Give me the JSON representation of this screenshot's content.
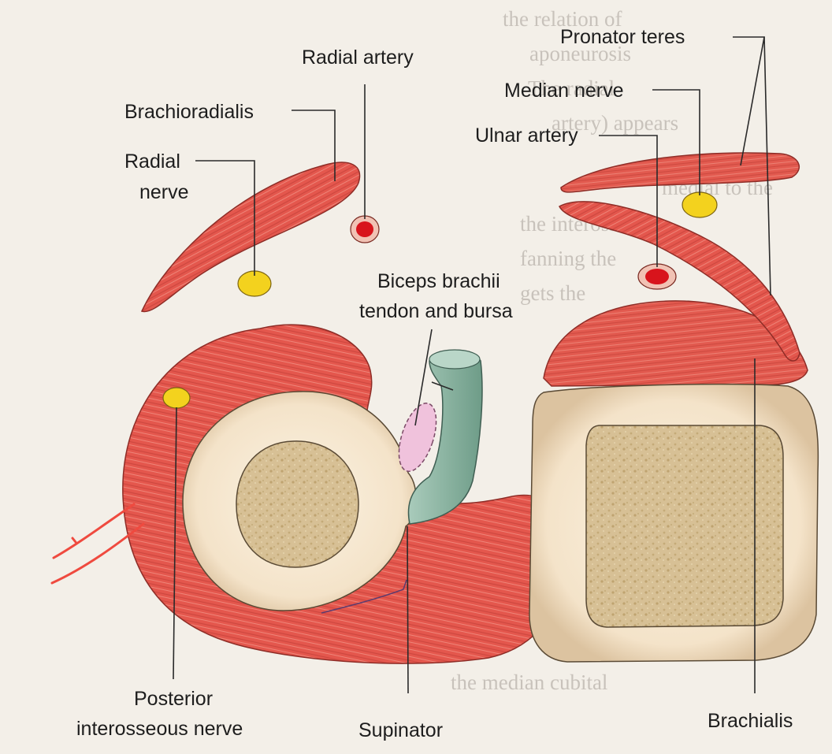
{
  "labels": {
    "radial_artery": "Radial artery",
    "pronator_teres": "Pronator teres",
    "median_nerve": "Median nerve",
    "ulnar_artery": "Ulnar artery",
    "brachioradialis": "Brachioradialis",
    "radial_nerve_line1": "Radial",
    "radial_nerve_line2": "nerve",
    "biceps_line1": "Biceps brachii",
    "biceps_line2": "tendon and bursa",
    "posterior_line1": "Posterior",
    "posterior_line2": "interosseous nerve",
    "supinator": "Supinator",
    "brachialis": "Brachialis"
  },
  "bleed_through_text": [
    "the relation of",
    "aponeurosis",
    "The radial",
    "artery) appears",
    "medial to the",
    "the interosseous",
    "fanning the",
    "gets the",
    "the median cubital"
  ],
  "colors": {
    "muscle": "#e4574d",
    "muscle_dark": "#b93a32",
    "muscle_light": "#f29a8c",
    "nerve": "#f3d21e",
    "artery": "#d8141c",
    "artery_ring": "#f1c2b4",
    "tendon": "#8fb8a5",
    "bursa": "#f0c2dc",
    "cortex": "#f4e3c9",
    "marrow": "#d7c095",
    "leader": "#2a2a2a",
    "pen_mark": "#ef4a3f"
  }
}
